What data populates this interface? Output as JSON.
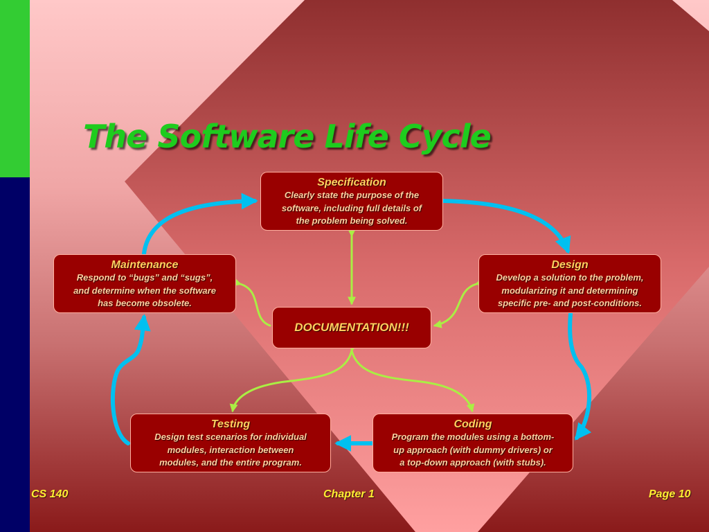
{
  "slide": {
    "title": "The Software Life Cycle",
    "colors": {
      "sidebar_top": "#33cc33",
      "sidebar_bottom": "#000066",
      "title": "#1ecc1e",
      "box_fill": "#990000",
      "box_heading": "#ffd060",
      "box_text": "#ffd0a0",
      "cycle_arrow": "#00c0f0",
      "doc_arrow": "#aaee44",
      "footer_text": "#ffee33"
    }
  },
  "boxes": {
    "specification": {
      "heading": "Specification",
      "lines": [
        "Clearly state the purpose of the",
        "software, including full details of",
        "the problem being solved."
      ]
    },
    "design": {
      "heading": "Design",
      "lines": [
        "Develop a solution to the problem,",
        "modularizing it and determining",
        "specific pre- and post-conditions."
      ]
    },
    "coding": {
      "heading": "Coding",
      "lines": [
        "Program the modules using a bottom-",
        "up approach (with dummy drivers) or",
        "a top-down approach (with stubs)."
      ]
    },
    "testing": {
      "heading": "Testing",
      "lines": [
        "Design test scenarios for individual",
        "modules, interaction between",
        "modules, and the entire program."
      ]
    },
    "maintenance": {
      "heading": "Maintenance",
      "lines": [
        "Respond to “bugs” and “sugs”,",
        "and determine when the software",
        "has become obsolete."
      ]
    },
    "documentation": {
      "label": "DOCUMENTATION!!!"
    }
  },
  "footer": {
    "left": "CS 140",
    "center": "Chapter 1",
    "right": "Page 10"
  }
}
